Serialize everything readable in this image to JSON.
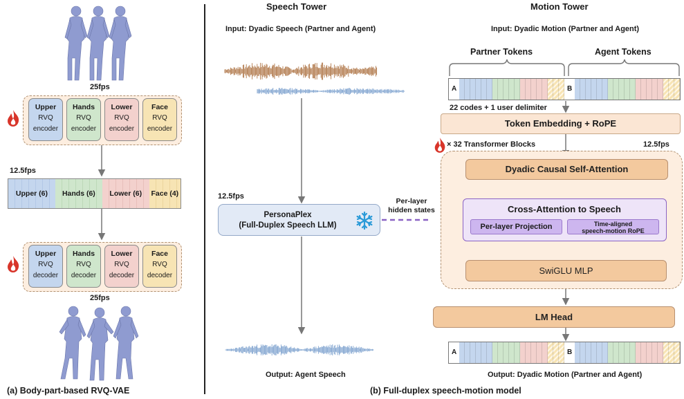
{
  "left_panel": {
    "fps_top": "25fps",
    "fps_mid": "12.5fps",
    "fps_bottom": "25fps",
    "encoder_parts": [
      {
        "name": "Upper",
        "line1": "RVQ",
        "line2": "encoder"
      },
      {
        "name": "Hands",
        "line1": "RVQ",
        "line2": "encoder"
      },
      {
        "name": "Lower",
        "line1": "RVQ",
        "line2": "encoder"
      },
      {
        "name": "Face",
        "line1": "RVQ",
        "line2": "encoder"
      }
    ],
    "latent_parts": [
      "Upper (6)",
      "Hands (6)",
      "Lower (6)",
      "Face (4)"
    ],
    "decoder_parts": [
      {
        "name": "Upper",
        "line1": "RVQ",
        "line2": "decoder"
      },
      {
        "name": "Hands",
        "line1": "RVQ",
        "line2": "decoder"
      },
      {
        "name": "Lower",
        "line1": "RVQ",
        "line2": "decoder"
      },
      {
        "name": "Face",
        "line1": "RVQ",
        "line2": "decoder"
      }
    ],
    "caption": "(a) Body-part-based RVQ-VAE"
  },
  "speech_tower": {
    "title": "Speech Tower",
    "input_label": "Input: Dyadic Speech (Partner and Agent)",
    "fps": "12.5fps",
    "model_line1": "PersonaPlex",
    "model_line2": "(Full-Duplex Speech LLM)",
    "hidden_label_line1": "Per-layer",
    "hidden_label_line2": "hidden states",
    "output_label": "Output: Agent Speech"
  },
  "motion_tower": {
    "title": "Motion Tower",
    "input_label": "Input: Dyadic Motion (Partner and Agent)",
    "partner_tokens": "Partner Tokens",
    "agent_tokens": "Agent Tokens",
    "marker_a": "A",
    "marker_b": "B",
    "codes_label": "22 codes + 1 user delimiter",
    "embedding": "Token Embedding + RoPE",
    "blocks_label": "× 32 Transformer Blocks",
    "fps": "12.5fps",
    "self_attention": "Dyadic Causal Self-Attention",
    "cross_attention": "Cross-Attention to Speech",
    "projection": "Per-layer Projection",
    "rope_line1": "Time-aligned",
    "rope_line2": "speech-motion RoPE",
    "mlp": "SwiGLU MLP",
    "lm_head": "LM Head",
    "output_label": "Output: Dyadic Motion (Partner and Agent)"
  },
  "caption_b": "(b) Full-duplex speech-motion model",
  "colors": {
    "upper": "#c4d6ee",
    "hands": "#cfe6cc",
    "lower": "#f3d1cd",
    "face": "#f7e4b4",
    "tan": "#f3c99e",
    "purple": "#d9c7f0",
    "speech_brown": "#b0784a",
    "speech_blue": "#7fa3cf"
  },
  "icons": [
    "flame-icon",
    "snowflake-icon",
    "human-figure-icon"
  ]
}
